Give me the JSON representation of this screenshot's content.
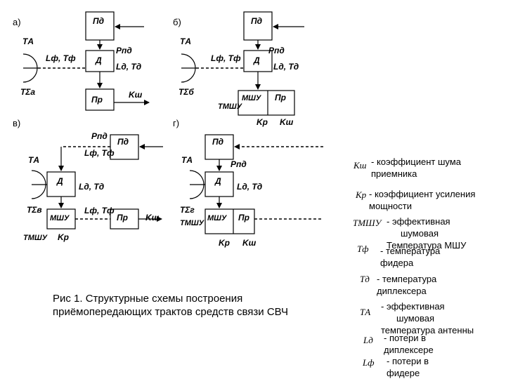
{
  "labels": {
    "panel_a": "а)",
    "panel_b": "б)",
    "panel_v": "в)",
    "panel_g": "г)",
    "pd": "Пд",
    "d": "Д",
    "pr": "Пр",
    "mshu": "МШУ",
    "p_pd": "Pпд",
    "l_f_t_f": "Lф, Tф",
    "l_d_t_d": "Lд, Tд",
    "t_a": "TА",
    "k_sh": "Kш",
    "k_r": "Kр",
    "t_mshu": "TМШУ",
    "t_sum_a": "TΣа",
    "t_sum_b": "TΣб",
    "t_sum_v": "TΣв",
    "t_sum_g": "TΣг"
  },
  "caption": {
    "line1": "Рис 1.  Структурные схемы построения",
    "line2": "приёмопередающих трактов средств связи СВЧ"
  },
  "legend": {
    "k_sh_sym": "Kш",
    "k_sh_text_1": "- коэффициент шума",
    "k_sh_text_2": "приемника",
    "k_r_sym": "Kр",
    "k_r_text_1": "- коэффициент усиления",
    "k_r_text_2": "мощности",
    "t_mshu_sym": "TМШУ",
    "t_mshu_text_1": "-     эффективная",
    "t_mshu_text_2": "шумовая",
    "t_mshu_text_3": "Температура МШУ",
    "t_f_sym": "Tф",
    "t_f_text_1": "- температура",
    "t_f_text_2": "фидера",
    "t_d_sym": "Tд",
    "t_d_text_1": "- температура",
    "t_d_text_2": "диплексера",
    "t_a_sym": "TА",
    "t_a_text_1": "-    эффективная",
    "t_a_text_2": "шумовая",
    "t_a_text_3": "температура антенны",
    "l_d_sym": "Lд",
    "l_d_text_1": "- потери в",
    "l_d_text_2": "диплексере",
    "l_f_sym": "Lф",
    "l_f_text_1": "- потери в",
    "l_f_text_2": "фидере"
  }
}
